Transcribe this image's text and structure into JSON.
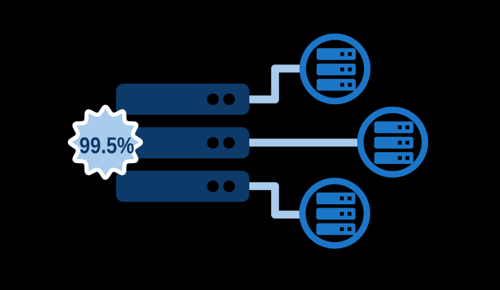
{
  "uptime_badge": {
    "value": "99.5%",
    "shape": "starburst-seal",
    "fill": "#a9cbec",
    "outline": "#ffffff",
    "text_color": "#0d3a68"
  },
  "server_stack": {
    "icon": "server-rack-icon",
    "bars": 3,
    "indicator_dots_per_bar": 2,
    "color": "#0d3a68"
  },
  "nodes": [
    {
      "id": "top",
      "icon": "server-rack-icon"
    },
    {
      "id": "middle",
      "icon": "server-rack-icon"
    },
    {
      "id": "bottom",
      "icon": "server-rack-icon"
    }
  ],
  "node_style": {
    "ring_color": "#1b76c8",
    "icon_color": "#1b76c8"
  },
  "connectors": {
    "color": "#a9cbec",
    "paths": [
      "top-elbow-up",
      "middle-straight",
      "bottom-elbow-down"
    ]
  },
  "colors": {
    "background": "#000000",
    "navy": "#0d3a68",
    "blue": "#1b76c8",
    "light_blue": "#a9cbec",
    "white": "#ffffff"
  }
}
